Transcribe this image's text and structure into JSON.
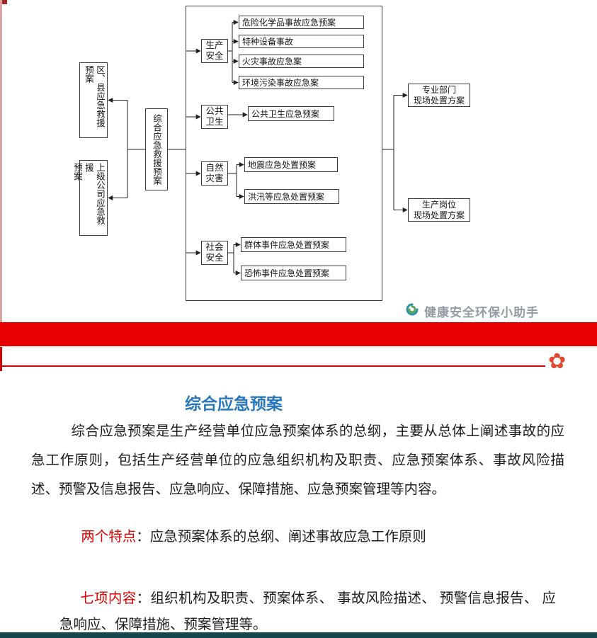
{
  "flowchart": {
    "left_plans": [
      {
        "label": "区、县应急救援\n预案"
      },
      {
        "label": "上级公司应急救援\n预案"
      }
    ],
    "root_label": "综合应急救援预案",
    "categories": [
      "生产安全",
      "公共卫生",
      "自然灾害",
      "社会安全"
    ],
    "production_leaves": [
      "危险化学品事故应急预案",
      "特种设备事故",
      "火灾事故应急案",
      "环境污染事故应急案"
    ],
    "health_leaf": "公共卫生应急预案",
    "disaster_leaves": [
      "地震应急处置预案",
      "洪汛等应急处置预案"
    ],
    "social_leaves": [
      "群体事件应急处置预案",
      "恐怖事件应急处置预案"
    ],
    "right_plans": [
      "专业部门\n现场处置方案",
      "生产岗位\n现场处置方案"
    ]
  },
  "watermark": {
    "text": "健康安全环保小助手"
  },
  "slide": {
    "title": "综合应急预案",
    "paragraph": "综合应急预案是生产经营单位应急预案体系的总纲，主要从总体上阐述事故的应急工作原则，包括生产经营单位的应急组织机构及职责、应急预案体系、事故风险描述、预警及信息报告、应急响应、保障措施、应急预案管理等内容。",
    "point1_label": "两个特点",
    "point1_text": "：应急预案体系的总纲、阐述事故应急工作原则",
    "point2_label": "七项内容",
    "point2_text": "：组织机构及职责、预案体系、 事故风险描述、 预警信息报告、 应急响应、保障措施、预案管理等。"
  },
  "colors": {
    "divider_red": "#e60000",
    "accent_red": "#e00000",
    "title_blue": "#2878be",
    "bottom_bar": "#164650"
  }
}
